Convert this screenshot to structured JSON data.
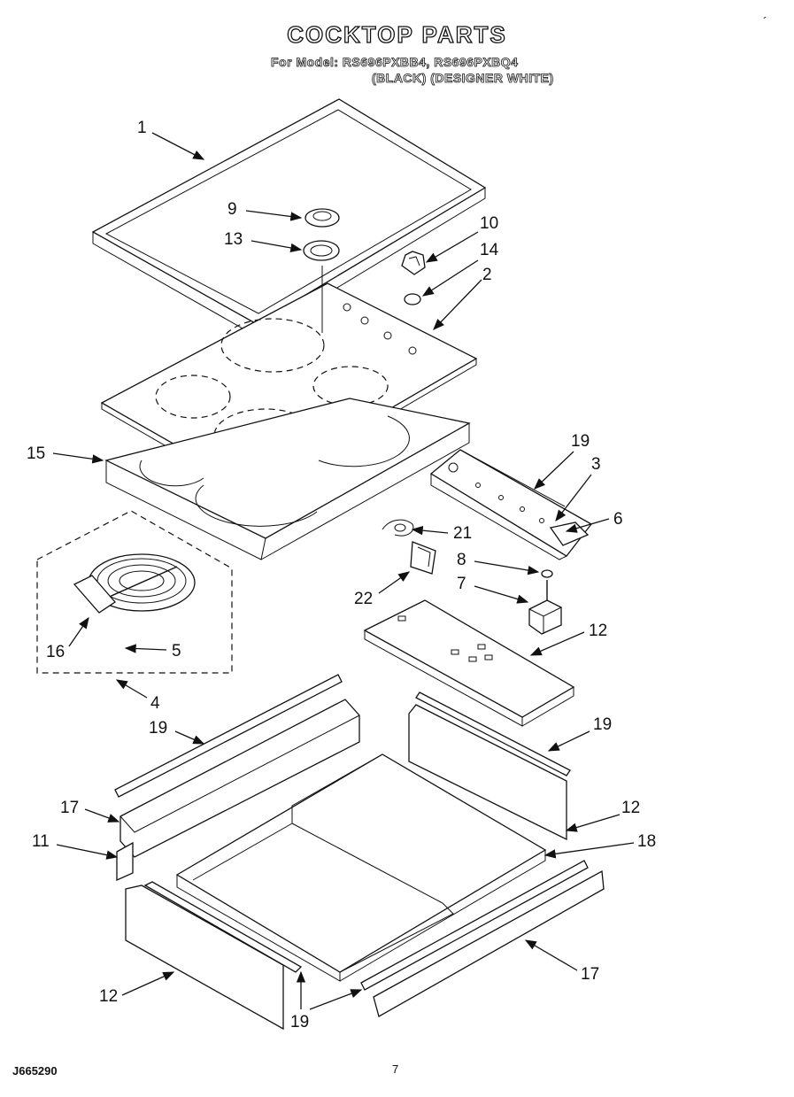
{
  "header": {
    "title": "COCKTOP PARTS",
    "model_line": "For Model: RS696PXBB4, RS696PXBQ4",
    "variant_line": "(BLACK) (DESIGNER WHITE)",
    "corner_mark": "´"
  },
  "callouts": {
    "c1": "1",
    "c2": "2",
    "c3": "3",
    "c4": "4",
    "c5": "5",
    "c6": "6",
    "c7": "7",
    "c8": "8",
    "c9": "9",
    "c10": "10",
    "c11": "11",
    "c12a": "12",
    "c12b": "12",
    "c12c": "12",
    "c13": "13",
    "c14": "14",
    "c15": "15",
    "c16": "16",
    "c17a": "17",
    "c17b": "17",
    "c18": "18",
    "c19a": "19",
    "c19b": "19",
    "c19c": "19",
    "c19d": "19",
    "c21": "21",
    "c22": "22"
  },
  "footer": {
    "code": "J665290",
    "page": "7"
  }
}
